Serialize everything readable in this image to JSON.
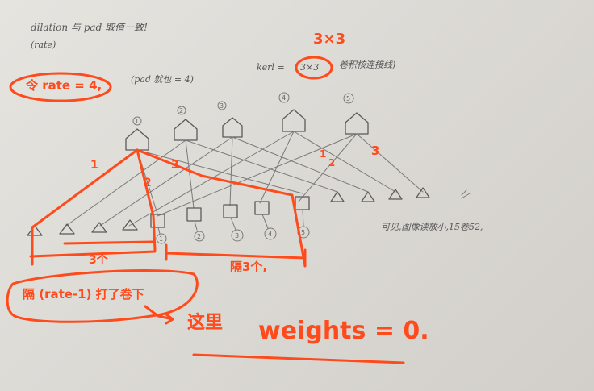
{
  "notes": {
    "line1": "dilation 与 pad 取值一致!",
    "line2": "(rate)",
    "rate_eq": "令 rate = 4,",
    "pad_note": "(pad 就也 = 4)",
    "kernel_label": "kerl =",
    "kernel_size": "3×3",
    "kernel_desc": "卷积核连接线)",
    "kernel_annot": "3×3",
    "right_note": "可见,图像读放小,15卷52,",
    "gap_left": "3个",
    "gap_right": "隔3个,",
    "skip_note": "隔 (rate-1) 打了卷下",
    "weights_prefix": "这里",
    "weights_eq": "weights = 0.",
    "top_nums": [
      "1",
      "2",
      "3",
      "4",
      "5"
    ],
    "bottom_nums": [
      "1",
      "2",
      "3",
      "4",
      "5"
    ],
    "red_edge_1": "1",
    "red_edge_2": "2",
    "red_edge_3": "3",
    "red_edge_1b": "1",
    "red_edge_2b": "2",
    "red_edge_3b": "3"
  },
  "colors": {
    "pencil": "#5a5a5a",
    "pen": "#ff4a1c",
    "paper": "#e2e0db"
  }
}
